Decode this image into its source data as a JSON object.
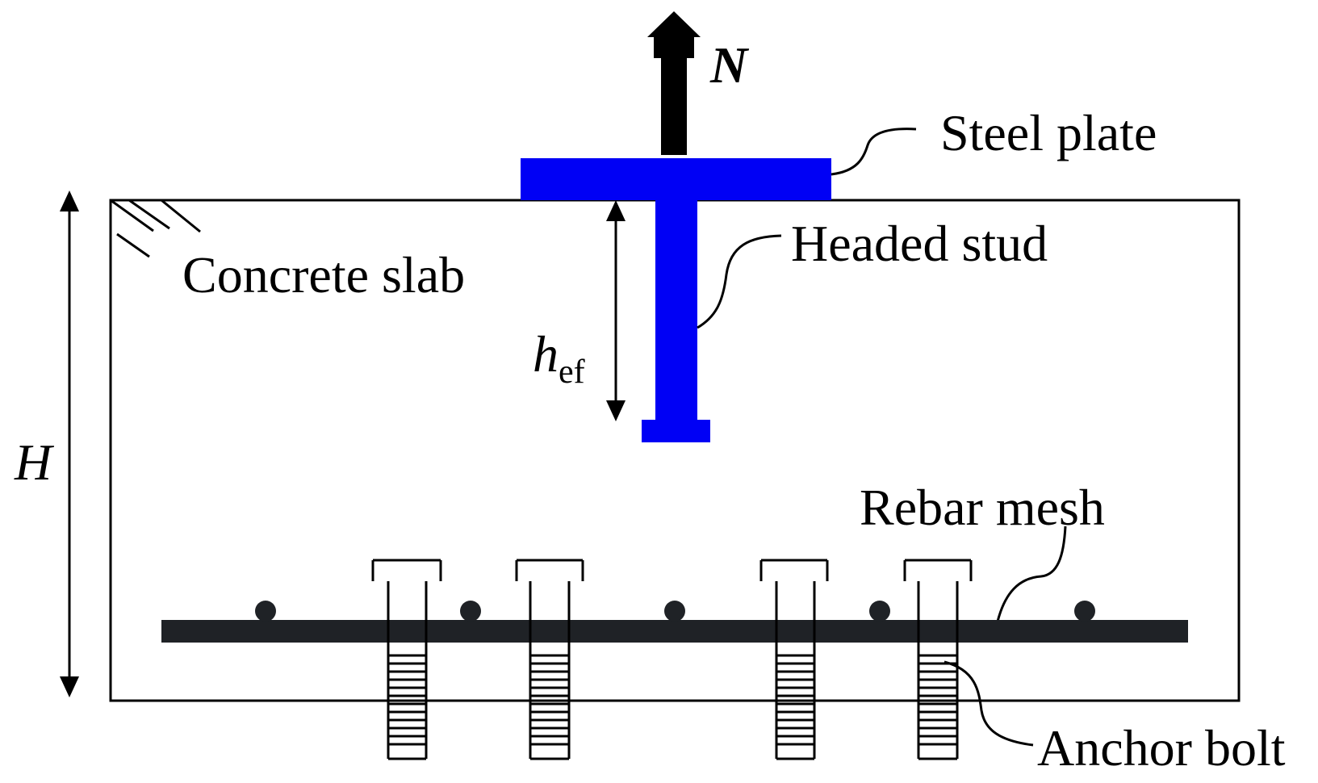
{
  "labels": {
    "force": "N",
    "steel_plate": "Steel plate",
    "headed_stud": "Headed stud",
    "concrete_slab": "Concrete slab",
    "embed_depth_main": "h",
    "embed_depth_sub": "ef",
    "slab_height": "H",
    "rebar_mesh": "Rebar mesh",
    "anchor_bolt": "Anchor bolt"
  },
  "colors": {
    "steel": "#0000f5",
    "rebar": "#1f2226",
    "line": "#000000"
  }
}
